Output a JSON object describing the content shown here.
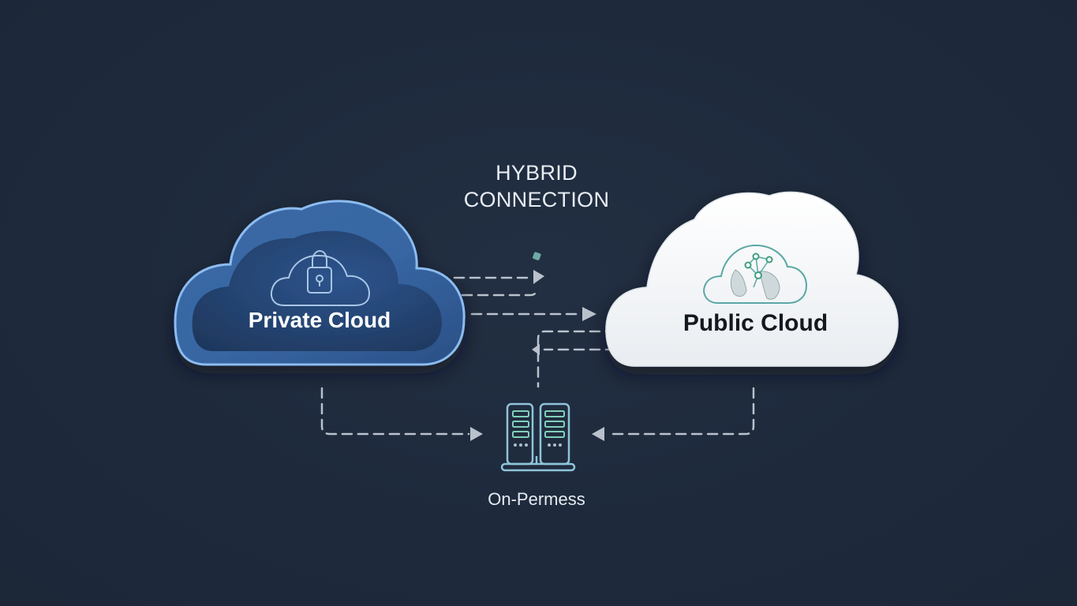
{
  "diagram": {
    "title_line1": "HYBRID",
    "title_line2": "CONNECTION",
    "nodes": {
      "private_cloud": {
        "label": "Private Cloud",
        "icon": "cloud-lock-icon",
        "fill_color": "#2f5a92",
        "border_color": "#7fb0e6"
      },
      "public_cloud": {
        "label": "Public Cloud",
        "icon": "cloud-globe-network-icon",
        "fill_color": "#f4f6f8",
        "icon_color": "#5aa7a6"
      },
      "on_premises": {
        "label": "On-Permess",
        "icon": "server-rack-icon",
        "icon_color": "#8fc4d9",
        "accent_color": "#7fd1b9"
      }
    },
    "connections": [
      {
        "from": "private_cloud",
        "to": "hybrid_link",
        "style": "dashed"
      },
      {
        "from": "private_cloud",
        "to": "public_cloud",
        "style": "dashed"
      },
      {
        "from": "public_cloud",
        "to": "on_premises",
        "style": "dashed"
      },
      {
        "from": "private_cloud",
        "to": "on_premises",
        "style": "dashed"
      },
      {
        "from": "public_cloud",
        "to": "on_premises",
        "style": "dashed"
      }
    ],
    "line_color": "#b9c2cc"
  }
}
